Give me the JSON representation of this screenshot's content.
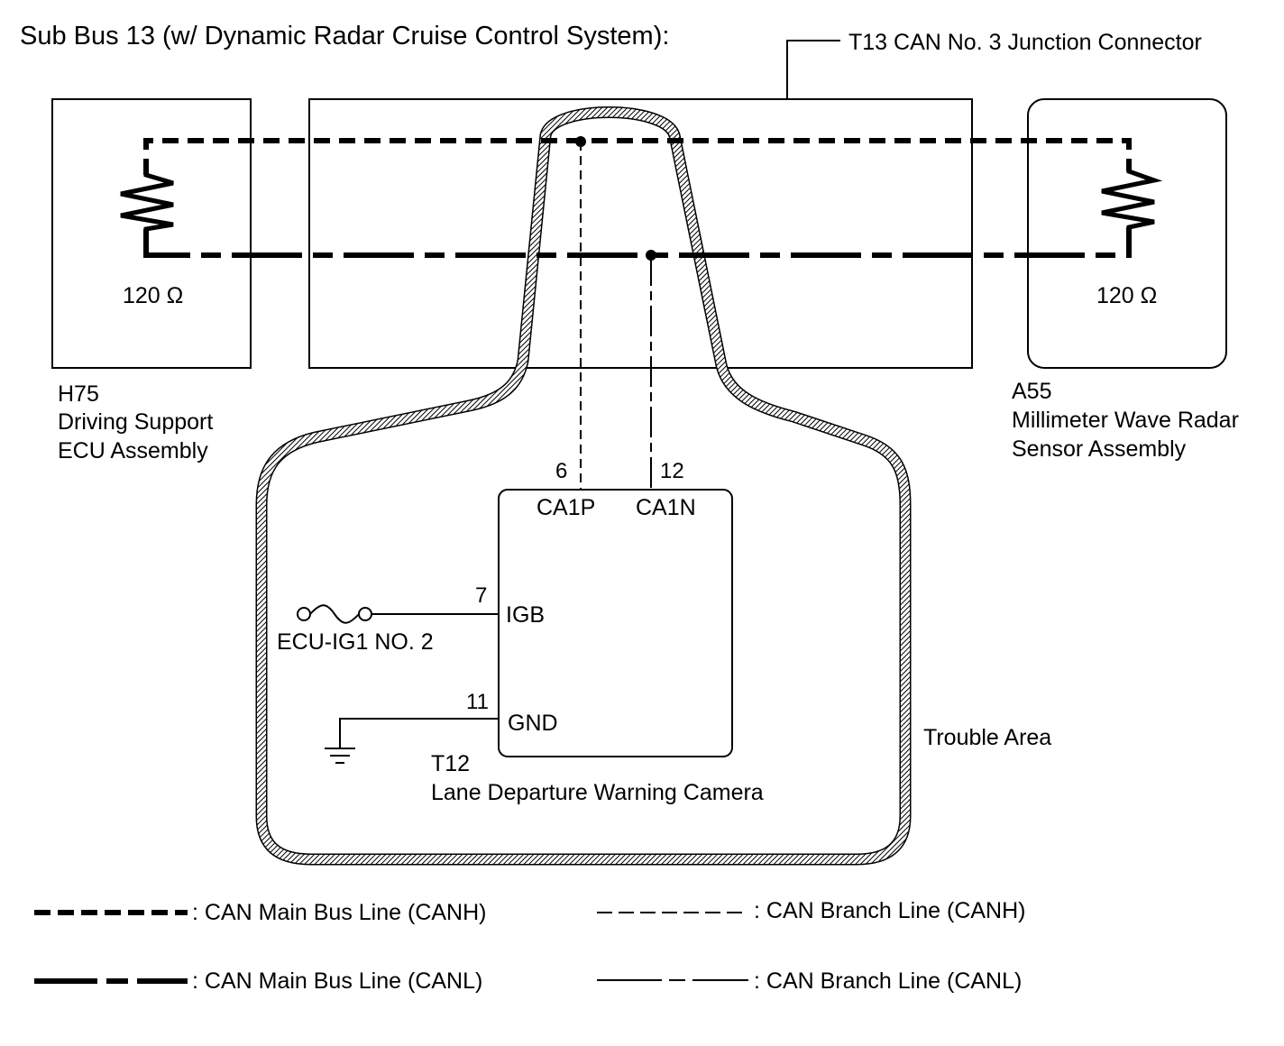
{
  "title": "Sub Bus 13 (w/ Dynamic Radar Cruise Control System):",
  "junction_connector": {
    "label": "T13 CAN No. 3 Junction Connector"
  },
  "left_ecu": {
    "code": "H75",
    "name_line1": "Driving Support",
    "name_line2": "ECU Assembly",
    "resistor": "120 Ω"
  },
  "right_ecu": {
    "code": "A55",
    "name_line1": "Millimeter Wave Radar",
    "name_line2": "Sensor Assembly",
    "resistor": "120 Ω"
  },
  "camera": {
    "code": "T12",
    "name": "Lane Departure Warning Camera",
    "pins": {
      "ca1p_num": "6",
      "ca1p_name": "CA1P",
      "ca1n_num": "12",
      "ca1n_name": "CA1N",
      "igb_num": "7",
      "igb_name": "IGB",
      "gnd_num": "11",
      "gnd_name": "GND"
    }
  },
  "fuse": {
    "label": "ECU-IG1 NO. 2"
  },
  "trouble_area": "Trouble Area",
  "legend": {
    "main_canh": ": CAN Main Bus Line (CANH)",
    "main_canl": ": CAN Main Bus Line (CANL)",
    "branch_canh": ": CAN Branch Line (CANH)",
    "branch_canl": ": CAN Branch Line (CANL)"
  }
}
